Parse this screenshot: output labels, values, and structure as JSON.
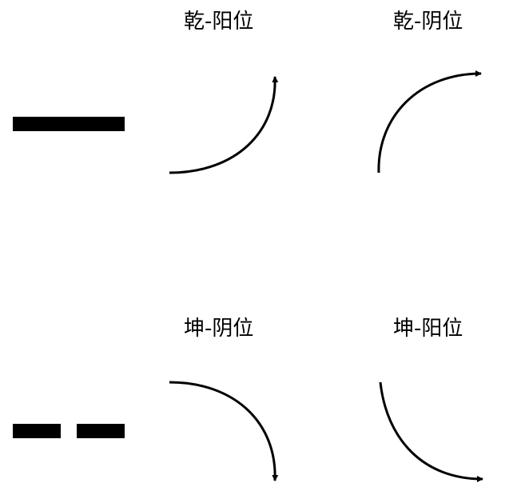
{
  "labels": {
    "qian_yang": "乾-阳位",
    "qian_yin": "乾-阴位",
    "kun_yin": "坤-阴位",
    "kun_yang": "坤-阳位"
  },
  "symbols": {
    "yang_line": "solid-line",
    "yin_line": "broken-line"
  },
  "colors": {
    "ink": "#000000",
    "background": "#ffffff"
  }
}
